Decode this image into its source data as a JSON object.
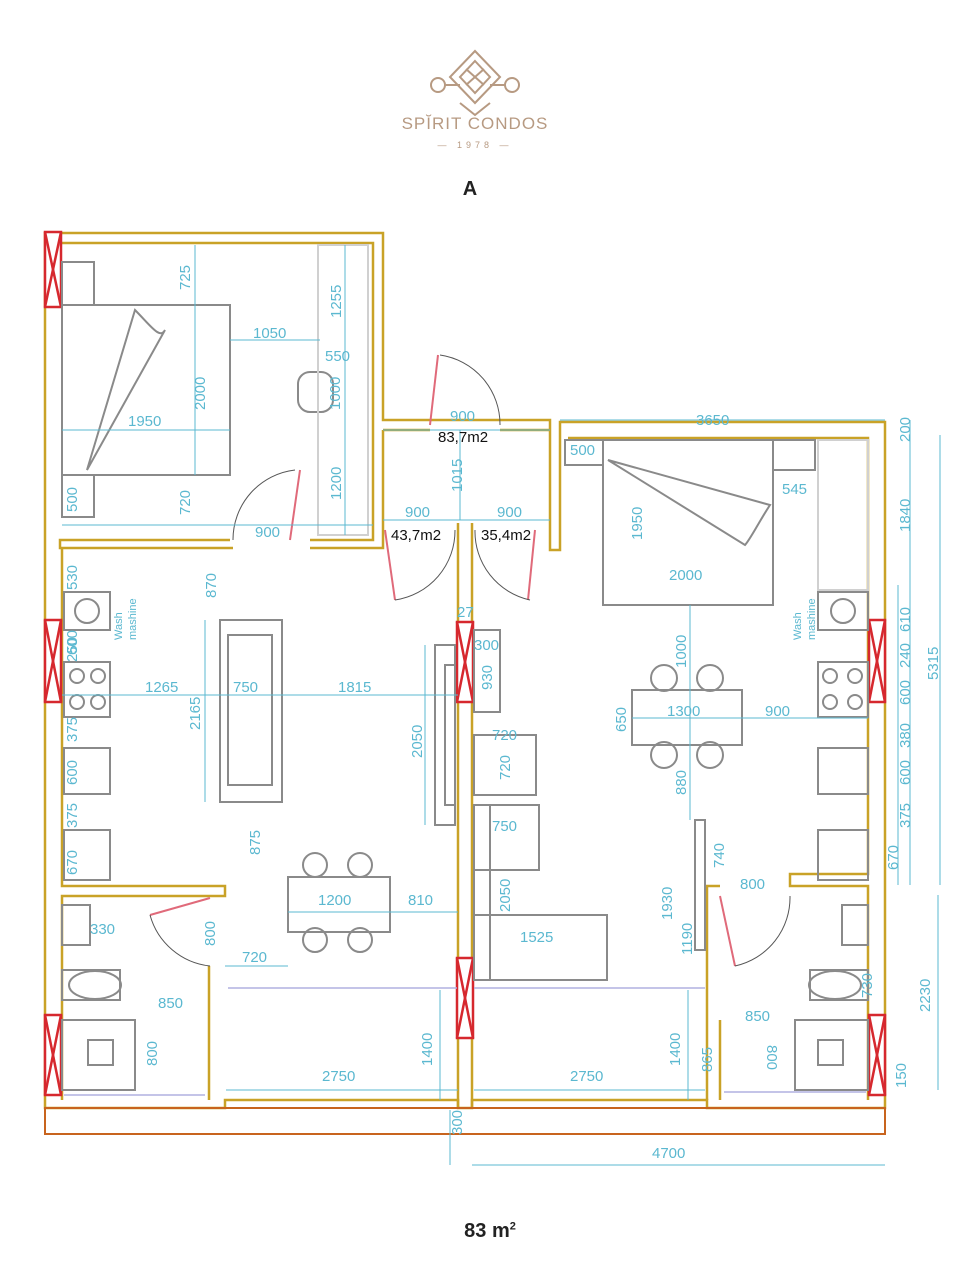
{
  "brand": {
    "name": "SPĬRIT CONDOS",
    "year": "— 1978 —"
  },
  "plan_title": "A",
  "total_area": {
    "value": "83 m",
    "unit_sup": "2"
  },
  "areas": {
    "total": "83,7m2",
    "left": "43,7m2",
    "right": "35,4m2"
  },
  "labels": {
    "wash_left": "Wash",
    "wash_left2": "mashine",
    "wash_right": "Wash",
    "wash_right2": "mashine"
  },
  "dims": {
    "d725": "725",
    "d1255": "1255",
    "d1050": "1050",
    "d550": "550",
    "d2000a": "2000",
    "d1000a": "1000",
    "d1950a": "1950",
    "d500a": "500",
    "d720a": "720",
    "d1200a": "1200",
    "d900a": "900",
    "d900b": "900",
    "d1015": "1015",
    "d900c": "900",
    "d900d": "900",
    "d3650": "3650",
    "d200": "200",
    "d500b": "500",
    "d545": "545",
    "d1950b": "1950",
    "d2000b": "2000",
    "d1840": "1840",
    "d5315": "5315",
    "d530": "530",
    "d870": "870",
    "d600a": "600",
    "d250": "250",
    "d1265": "1265",
    "d750a": "750",
    "d1815": "1815",
    "d2165": "2165",
    "d375a": "375",
    "d600b": "600",
    "d375b": "375",
    "d670a": "670",
    "d875": "875",
    "d2050a": "2050",
    "d27": "27",
    "d300a": "300",
    "d930": "930",
    "d720b": "720",
    "d720c": "720",
    "d750b": "750",
    "d2050b": "2050",
    "d1525": "1525",
    "d1000b": "1000",
    "d650": "650",
    "d1300": "1300",
    "d900e": "900",
    "d880": "880",
    "d610": "610",
    "d240": "240",
    "d600c": "600",
    "d380": "380",
    "d600d": "600",
    "d375c": "375",
    "d670b": "670",
    "d740": "740",
    "d1930": "1930",
    "d1190": "1190",
    "d800a": "800",
    "d1200b": "1200",
    "d810": "810",
    "d330": "330",
    "d800b": "800",
    "d720d": "720",
    "d850a": "850",
    "d800c": "800",
    "d1400a": "1400",
    "d2750a": "2750",
    "d2750b": "2750",
    "d1400b": "1400",
    "d865": "865",
    "d850b": "850",
    "d800d": "800",
    "d730": "730",
    "d2230": "2230",
    "d150": "150",
    "d300b": "300",
    "d4700": "4700"
  },
  "colors": {
    "wall": "#c9a227",
    "wall_outer": "#c8641e",
    "dim": "#5bb8d0",
    "window": "#d6282e",
    "furniture": "#8a8a8a",
    "door": "#e06a7a",
    "brand": "#b79a82"
  }
}
